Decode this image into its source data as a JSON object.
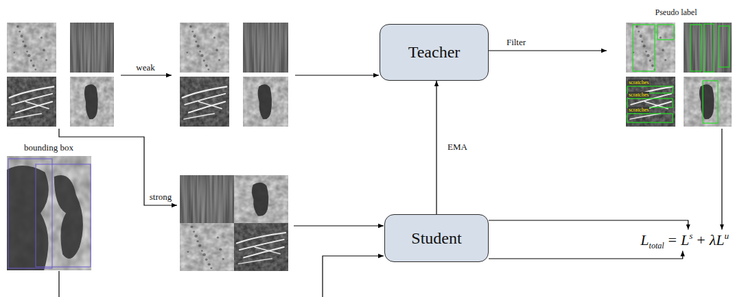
{
  "diagram": {
    "nodes": [
      {
        "text": [
          "Teacher"
        ]
      },
      {
        "text": [
          "Student"
        ]
      }
    ],
    "edges": [
      {
        "from": 1,
        "to": 0,
        "arrow": "to",
        "label": "EMA"
      }
    ],
    "labels": [
      "Pseudo label",
      "weak",
      "Filter",
      "bounding box",
      "strong",
      "scratches",
      "scratches",
      "scratches",
      "L",
      "total",
      "=",
      "L",
      "s",
      "+",
      "λL",
      "u"
    ]
  }
}
